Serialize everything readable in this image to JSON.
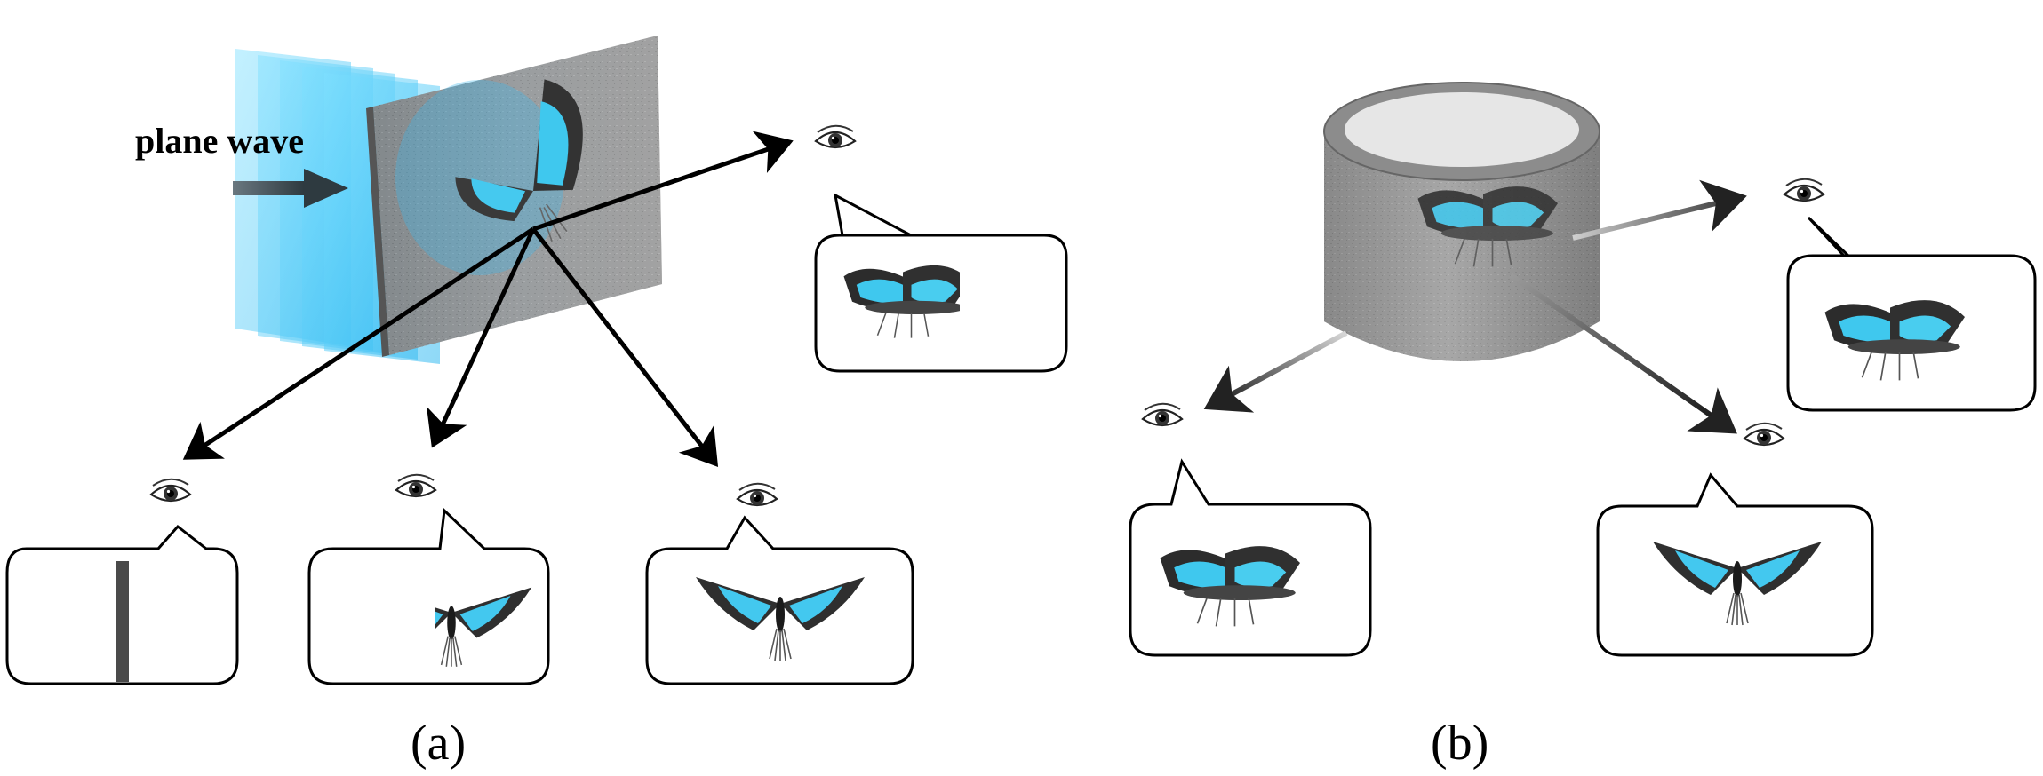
{
  "panel_a": {
    "input_label": "plane wave",
    "caption": "(a)",
    "views": [
      "slit-blocked view",
      "partial view",
      "front view",
      "side view"
    ]
  },
  "panel_b": {
    "caption": "(b)"
  },
  "colors": {
    "wave_blue": "#5fd3ff",
    "hologram_gray": "#8a8a8a",
    "butterfly_blue": "#3fc8ee",
    "butterfly_dark": "#2a2a2a",
    "arrow": "#000000",
    "slit_bar": "#4a4a4a"
  },
  "icons": [
    "eye-icon",
    "arrow-right-icon"
  ]
}
